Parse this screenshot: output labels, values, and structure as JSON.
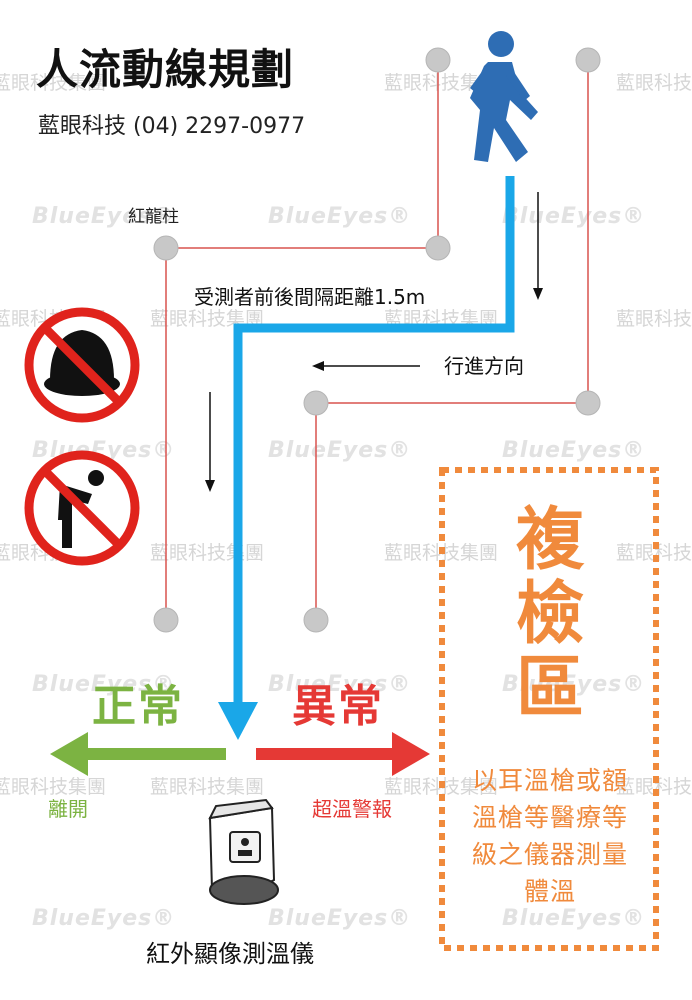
{
  "header": {
    "title": "人流動線規劃",
    "company": "藍眼科技 (04) 2297-0977"
  },
  "labels": {
    "pillar": "紅龍柱",
    "spacing": "受測者前後間隔距離1.5m",
    "direction": "行進方向",
    "normal": "正常",
    "abnormal": "異常",
    "leave": "離開",
    "alarm": "超溫警報",
    "device": "紅外顯像測溫儀"
  },
  "recheck": {
    "title": "複檢區",
    "note": "以耳溫槍或額溫槍等醫療等級之儀器測量體溫"
  },
  "icons": [
    "walking-person-icon",
    "no-hat-icon",
    "no-bending-icon",
    "thermal-camera-icon"
  ],
  "watermarks": {
    "text": "藍眼科技集團",
    "logo": "BlueEyes®"
  },
  "colors": {
    "flow_line": "#1aa7e8",
    "normal": "#7cb342",
    "abnormal": "#e53935",
    "recheck": "#f08a3c",
    "rope": "#d9534f",
    "pillar": "#c8c8c8",
    "walker": "#2e6db4"
  }
}
